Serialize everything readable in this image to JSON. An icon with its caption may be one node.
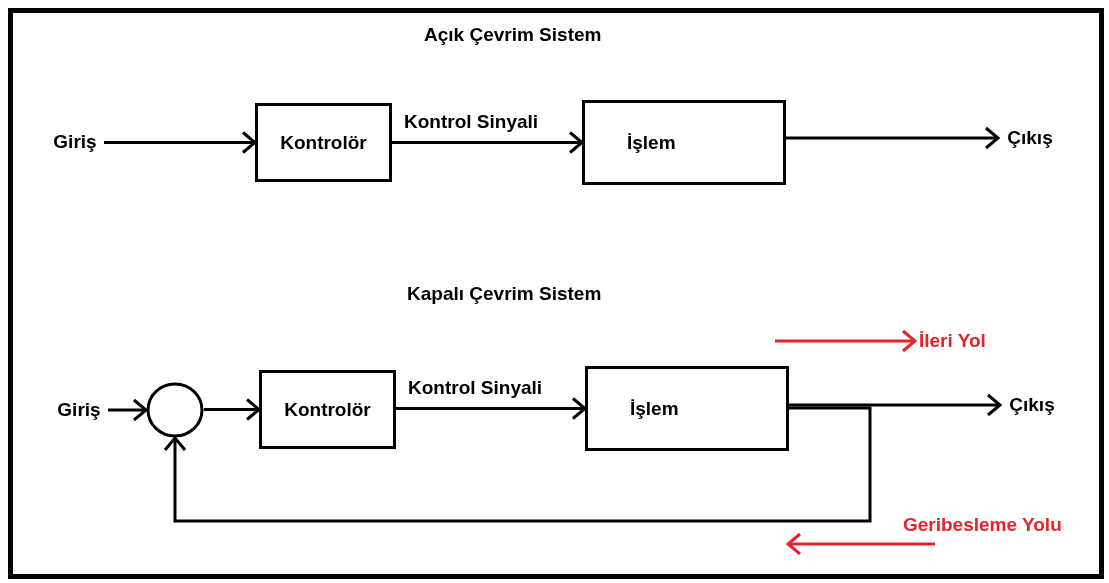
{
  "diagram": {
    "nodes": [
      {
        "text": [
          "Giriş"
        ]
      },
      {
        "text": [
          "Kontrolör"
        ]
      },
      {
        "text": [
          "İşlem"
        ]
      },
      {
        "text": [
          "Çıkış"
        ]
      },
      {
        "text": [
          "Giriş"
        ]
      },
      {
        "text": [],
        "shape": "circle"
      },
      {
        "text": [
          "Kontrolör"
        ]
      },
      {
        "text": [
          "İşlem"
        ]
      },
      {
        "text": [
          "Çıkış"
        ]
      }
    ],
    "edges": [
      {
        "from": 0,
        "to": 1,
        "arrow": "to"
      },
      {
        "from": 1,
        "to": 2,
        "arrow": "to",
        "label": "Kontrol Sinyali"
      },
      {
        "from": 2,
        "to": 3,
        "arrow": "to"
      },
      {
        "from": 4,
        "to": 5,
        "arrow": "to"
      },
      {
        "from": 5,
        "to": 6,
        "arrow": "to"
      },
      {
        "from": 6,
        "to": 7,
        "arrow": "to",
        "label": "Kontrol Sinyali"
      },
      {
        "from": 7,
        "to": 8,
        "arrow": "to"
      },
      {
        "from": 7,
        "to": 5,
        "arrow": "to"
      }
    ],
    "labels": [
      "Açık Çevrim Sistem",
      "Kapalı Çevrim Sistem",
      "İleri Yol",
      "Geribesleme Yolu"
    ]
  }
}
